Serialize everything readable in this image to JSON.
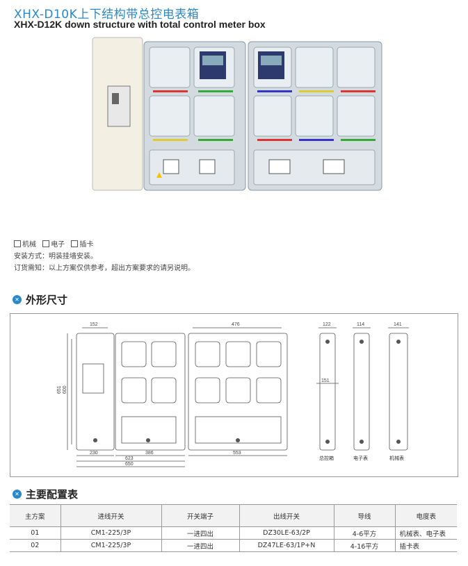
{
  "title_cn": "XHX-D10K上下结构带总控电表箱",
  "title_en": "XHX-D12K down structure with total control meter box",
  "options": [
    "机械",
    "电子",
    "插卡"
  ],
  "install_note": "安装方式：明装挂墙安装。",
  "order_note": "订货需知：以上方案仅供参考，超出方案要求的请另说明。",
  "section_dimensions": "外形尺寸",
  "section_config": "主要配置表",
  "dims": {
    "top_left": "152",
    "top_right": "476",
    "height_outer": "651",
    "height_inner": "600",
    "bottom_230": "230",
    "bottom_386": "386",
    "bottom_553": "553",
    "bottom_623": "623",
    "bottom_650": "650",
    "side_122": "122",
    "side_114": "114",
    "side_141": "141",
    "side_151": "151",
    "cap_main": "总控箱",
    "cap_elec": "电子表",
    "cap_mech": "机械表"
  },
  "table": {
    "headers": [
      "主方案",
      "进线开关",
      "开关端子",
      "出线开关",
      "导线",
      "电度表"
    ],
    "rows": [
      [
        "01",
        "CM1-225/3P",
        "一进四出",
        "DZ30LE-63/2P",
        "4-6平方",
        "机械表、电子表"
      ],
      [
        "02",
        "CM1-225/3P",
        "一进四出",
        "DZ47LE-63/1P+N",
        "4-16平方",
        "插卡表"
      ]
    ]
  },
  "colors": {
    "accent": "#2a88c8"
  }
}
